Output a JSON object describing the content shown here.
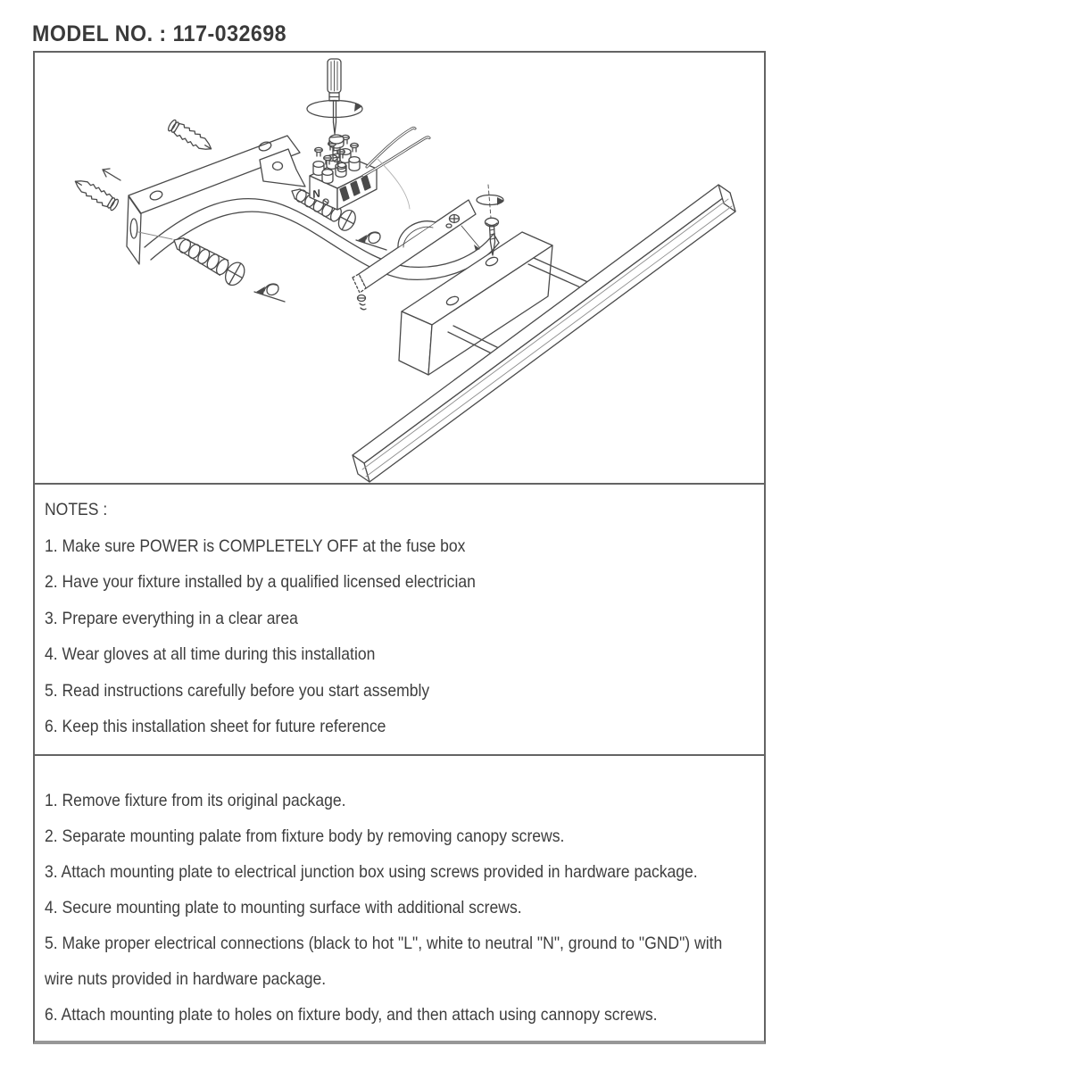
{
  "title": "MODEL NO. : 117-032698",
  "notes": {
    "heading": "NOTES :",
    "items": [
      "1. Make sure POWER is COMPLETELY OFF at the fuse box",
      "2. Have your fixture installed by a qualified licensed electrician",
      "3. Prepare everything in a clear area",
      "4. Wear gloves at all time during this installation",
      "5. Read instructions carefully before you start assembly",
      "6. Keep this installation sheet for future reference"
    ]
  },
  "instructions": {
    "lines": [
      "1. Remove fixture from its original package.",
      "2. Separate mounting palate from fixture body by removing canopy screws.",
      "3. Attach mounting plate to electrical junction box using screws provided in hardware package.",
      "4. Secure mounting plate to mounting surface with additional screws.",
      "5. Make proper electrical connections (black to hot \"L\", white to neutral \"N\", ground to \"GND\") with",
      "wire nuts provided in hardware package.",
      "6. Attach mounting plate to holes on fixture body, and then attach using cannopy screws."
    ]
  },
  "diagram": {
    "labels": {
      "terminal": "N"
    },
    "parts": [
      "wall-anchor",
      "wall-anchor",
      "mounting-plate",
      "mounting-screw",
      "mounting-screw",
      "terminal-block",
      "terminal-screw",
      "screwdriver",
      "supply-wires",
      "power-cable",
      "canopy-strip",
      "canopy-screw",
      "fixture-backplate",
      "connector-rod",
      "connector-rod",
      "light-bar"
    ]
  },
  "colors": {
    "ink": "#3d3d3d",
    "line": "#4a4a4a",
    "border": "#646464",
    "background": "#ffffff"
  }
}
